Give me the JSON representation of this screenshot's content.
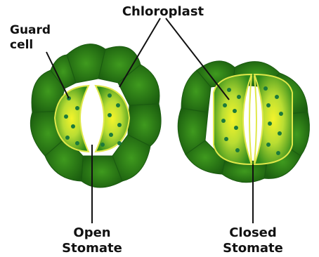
{
  "labels": {
    "guard_cell_line1": "Guard",
    "guard_cell_line2": "cell",
    "chloroplast": "Chloroplast",
    "open_line1": "Open",
    "open_line2": "Stomate",
    "closed_line1": "Closed",
    "closed_line2": "Stomate"
  },
  "colors": {
    "dark_green": "#1f6f12",
    "mid_green": "#3a8f1c",
    "light_green": "#8cc63f",
    "yellow_center": "#f2f227",
    "outline": "#d7e34a",
    "dot": "#1d7a3c",
    "pore": "#ffffff"
  }
}
